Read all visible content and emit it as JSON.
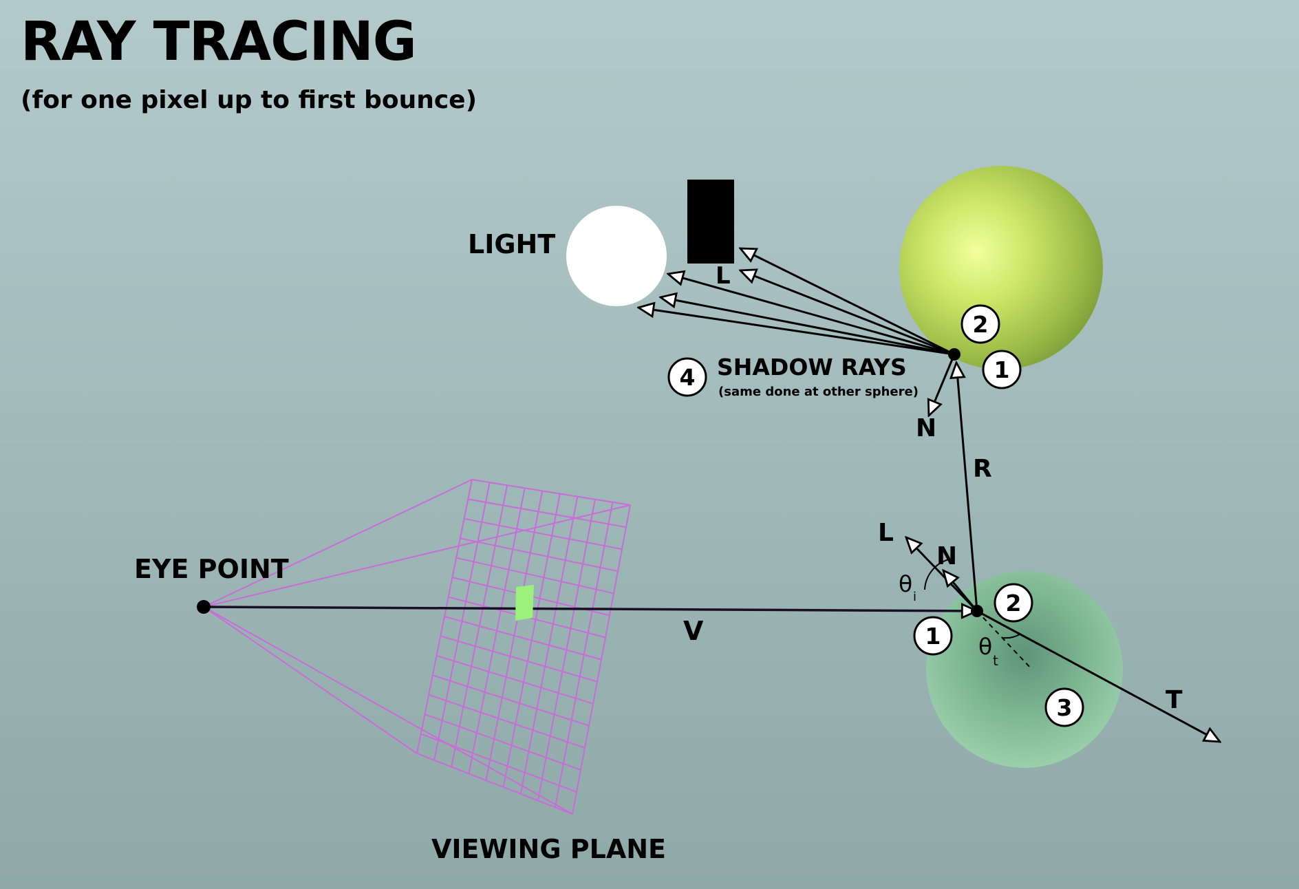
{
  "header": {
    "title": "RAY TRACING",
    "subtitle": "(for one pixel up to first bounce)"
  },
  "labels": {
    "light": "LIGHT",
    "eye_point": "EYE POINT",
    "viewing_plane": "VIEWING PLANE",
    "shadow_rays": "SHADOW RAYS",
    "shadow_note": "(same done at other sphere)",
    "view_ray": "V",
    "reflected_ray": "R",
    "transmitted_ray": "T",
    "normal_upper": "N",
    "normal_lower": "N",
    "light_vec_upper": "L",
    "light_vec_lower": "L",
    "theta_i": "θ",
    "theta_i_sub": "i",
    "theta_t": "θ",
    "theta_t_sub": "t"
  },
  "markers": {
    "lower_one": "1",
    "lower_two": "2",
    "lower_three": "3",
    "upper_one": "1",
    "upper_two": "2",
    "shadow_four": "4"
  },
  "colors": {
    "background_top": "#b2c9cb",
    "background_bottom": "#8faba9",
    "grid": "#c86cd8",
    "pixel": "#9cf07c",
    "upper_sphere": "#b8d85a",
    "lower_sphere": "#7fb894",
    "light": "#ffffff",
    "blocker": "#000000"
  }
}
